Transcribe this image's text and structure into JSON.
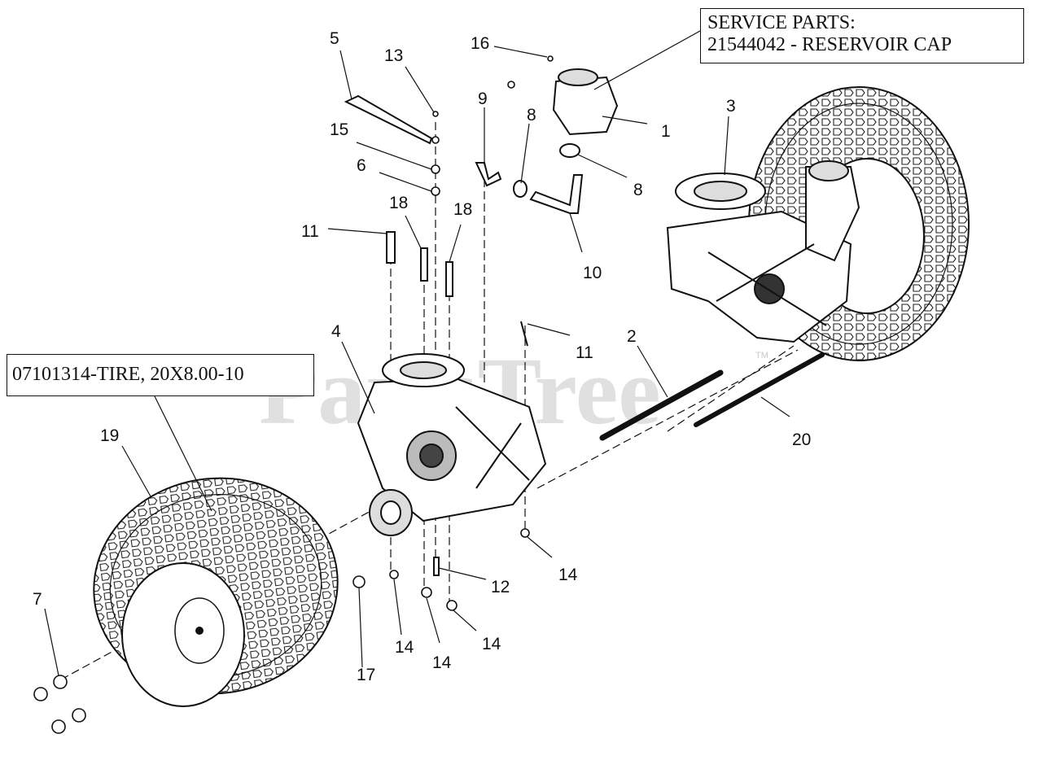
{
  "watermark": "PartsTree",
  "watermark_tm": "TM",
  "service_box": {
    "line1": "SERVICE PARTS:",
    "line2": "21544042 - RESERVOIR CAP"
  },
  "tire_box": {
    "text": "07101314-TIRE, 20X8.00-10"
  },
  "callouts": {
    "c1": "1",
    "c2": "2",
    "c3": "3",
    "c4": "4",
    "c5": "5",
    "c6": "6",
    "c7": "7",
    "c8a": "8",
    "c8b": "8",
    "c9": "9",
    "c10": "10",
    "c11a": "11",
    "c11b": "11",
    "c12": "12",
    "c13": "13",
    "c14a": "14",
    "c14b": "14",
    "c14c": "14",
    "c14d": "14",
    "c15": "15",
    "c16": "16",
    "c17": "17",
    "c18a": "18",
    "c18b": "18",
    "c19": "19",
    "c20": "20"
  }
}
